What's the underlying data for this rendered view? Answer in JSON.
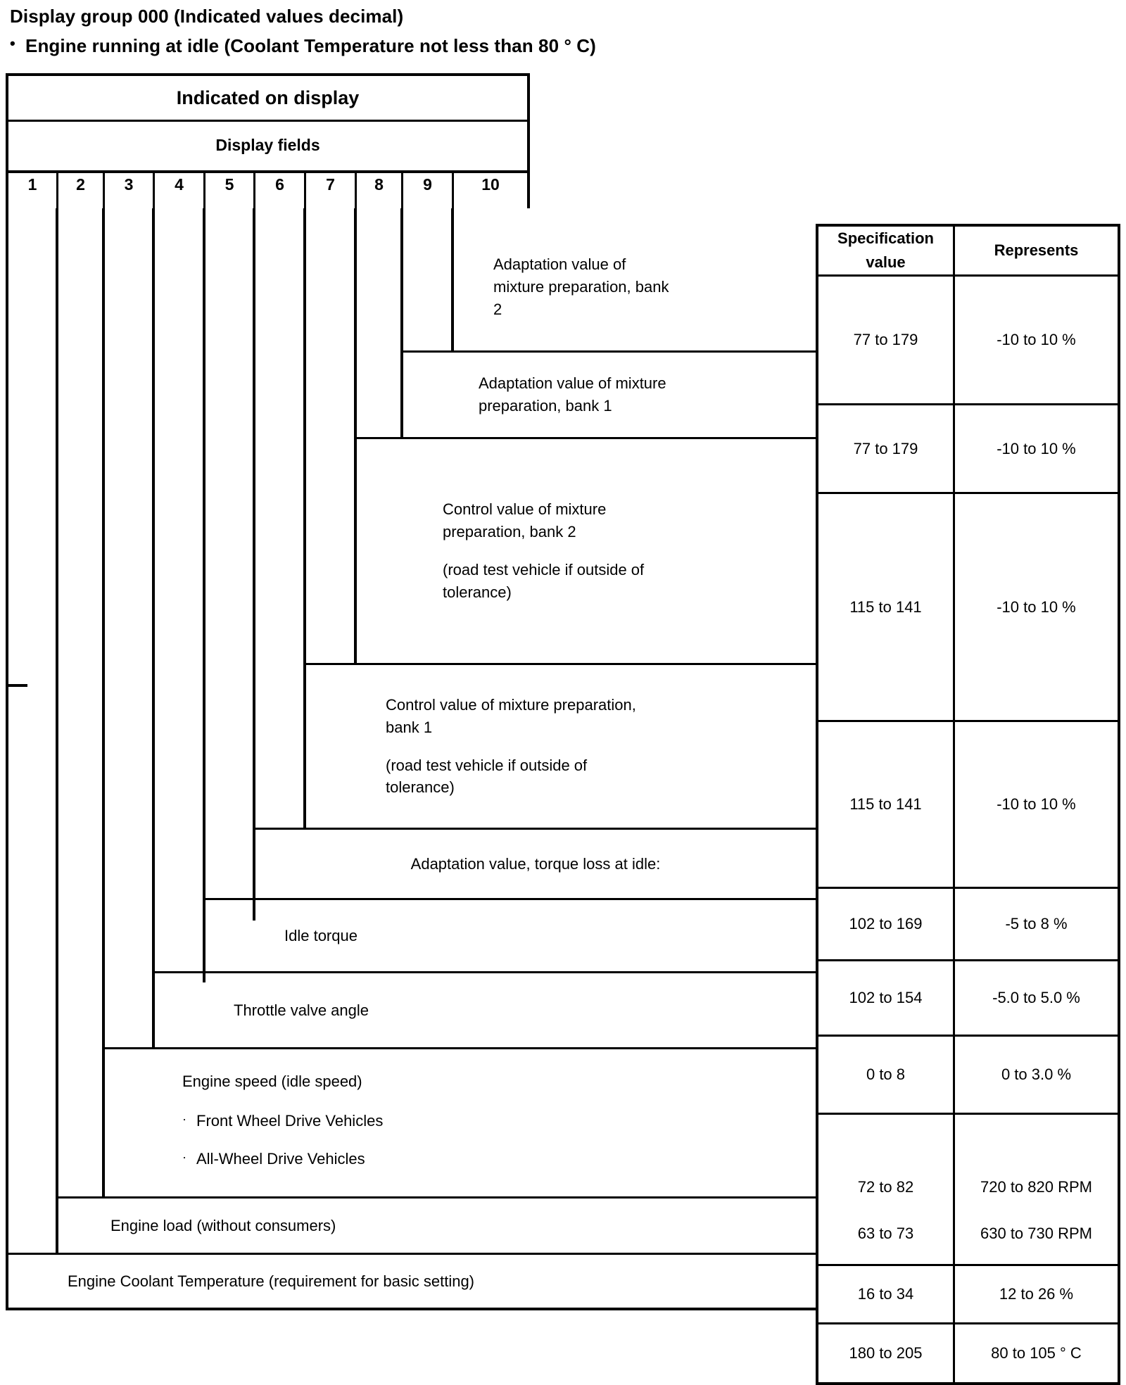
{
  "heading": {
    "title": "Display group 000 (Indicated values decimal)",
    "bullet_glyph": "•",
    "condition": "Engine running at idle (Coolant Temperature not less than 80 ° C)"
  },
  "display_header": {
    "title": "Indicated on display",
    "subtitle": "Display fields",
    "field_numbers": [
      "1",
      "2",
      "3",
      "4",
      "5",
      "6",
      "7",
      "8",
      "9",
      "10"
    ]
  },
  "columns": {
    "spec_value": "Specification\nvalue",
    "spec_value_line1": "Specification",
    "spec_value_line2": "value",
    "represents": "Represents"
  },
  "rows": [
    {
      "field": "10",
      "label_line1": "Adaptation value of",
      "label_line2": "mixture preparation, bank",
      "label_line3": "2",
      "spec": "77 to  179",
      "represents": "-10 to 10 %"
    },
    {
      "field": "9",
      "label_line1": "Adaptation value of mixture",
      "label_line2": "preparation, bank 1",
      "spec": "77 to 179",
      "represents": "-10 to 10 %"
    },
    {
      "field": "8",
      "label_line1": "Control value of mixture",
      "label_line2": "preparation, bank 2",
      "label_line3": "(road test vehicle if outside of",
      "label_line4": "tolerance)",
      "spec": "115 to 141",
      "represents": "-10 to 10 %"
    },
    {
      "field": "7",
      "label_line1": "Control value of mixture preparation,",
      "label_line2": "bank 1",
      "label_line3": "(road test vehicle if outside of",
      "label_line4": "tolerance)",
      "spec": "115 to 141",
      "represents": "-10 to 10 %"
    },
    {
      "field": "6",
      "label_line1": "Adaptation value, torque loss at idle:",
      "spec": "102 to 169",
      "represents": "-5 to 8 %"
    },
    {
      "field": "5",
      "label_line1": "Idle torque",
      "spec": "102 to 154",
      "represents": "-5.0 to 5.0 %"
    },
    {
      "field": "4",
      "label_line1": "Throttle valve angle",
      "spec": "0 to 8",
      "represents": "0 to 3.0 %"
    },
    {
      "field": "3",
      "label_line1": "Engine speed (idle speed)",
      "sub_bullet": "·",
      "sub_items": [
        "Front Wheel Drive Vehicles",
        "All-Wheel Drive Vehicles"
      ],
      "spec_fwd": "72 to 82",
      "represents_fwd": "720 to 820 RPM",
      "spec_awd": "63 to 73",
      "represents_awd": "630 to 730 RPM"
    },
    {
      "field": "2",
      "label_line1": "Engine load (without consumers)",
      "spec": "16 to 34",
      "represents": "12 to 26 %"
    },
    {
      "field": "1",
      "label_line1": "Engine Coolant Temperature (requirement for basic setting)",
      "spec": "180 to 205",
      "represents": "80 to 105 ° C"
    }
  ]
}
